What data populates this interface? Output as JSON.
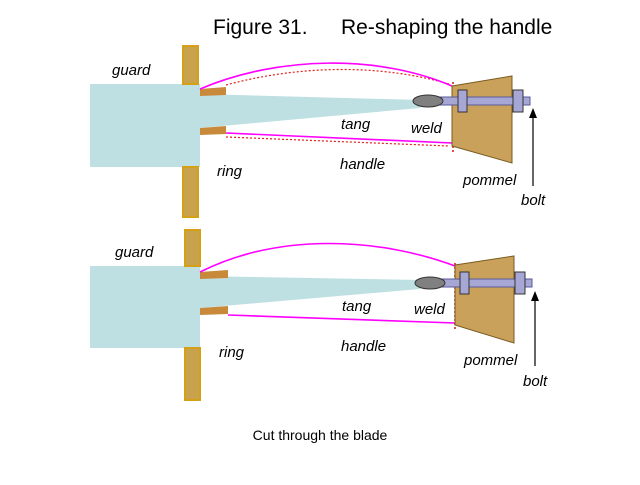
{
  "figure": {
    "number": "Figure 31.",
    "title": "Re-shaping the handle",
    "caption": "Cut through the blade"
  },
  "labels": {
    "guard": "guard",
    "ring": "ring",
    "tang": "tang",
    "weld": "weld",
    "handle": "handle",
    "pommel": "pommel",
    "bolt": "bolt"
  },
  "colors": {
    "blade": "#bfe0e3",
    "guard_fill": "#c9a24e",
    "guard_stroke": "#d4a017",
    "ring": "#c8893a",
    "handle_line": "#ff00ff",
    "cut_line": "#e0201a",
    "pommel": "#c9a15a",
    "bolt": "#a7a7d6",
    "weld": "#808080"
  }
}
